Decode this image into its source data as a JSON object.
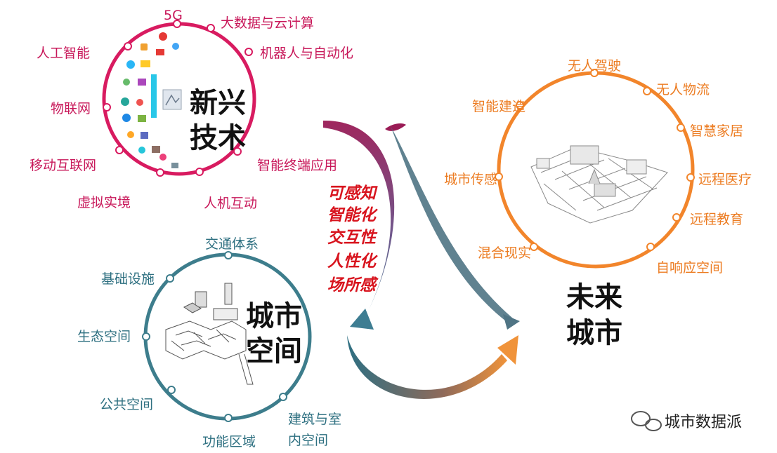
{
  "tech": {
    "title_line1": "新兴",
    "title_line2": "技术",
    "ring_color": "#d81b60",
    "labels": [
      "5G",
      "大数据与云计算",
      "机器人与自动化",
      "智能终端应用",
      "人机互动",
      "虚拟实境",
      "移动互联网",
      "物联网",
      "人工智能"
    ]
  },
  "space": {
    "title_line1": "城市",
    "title_line2": "空间",
    "ring_color": "#3d7d8c",
    "labels": [
      "交通体系",
      "基础设施",
      "生态空间",
      "公共空间",
      "功能区域",
      "建筑与室",
      "内空间"
    ]
  },
  "future": {
    "title_line1": "未来",
    "title_line2": "城市",
    "ring_color": "#f2852b",
    "labels": [
      "无人驾驶",
      "无人物流",
      "智慧家居",
      "远程医疗",
      "远程教育",
      "自响应空间",
      "混合现实",
      "城市传感",
      "智能建造"
    ]
  },
  "features": [
    "可感知",
    "智能化",
    "交互性",
    "人性化",
    "场所感"
  ],
  "watermark": "城市数据派",
  "icons": [
    "wechat-icon",
    "tech-icon-cluster",
    "city-sketch",
    "arrow-down-left",
    "arrow-up-right"
  ]
}
